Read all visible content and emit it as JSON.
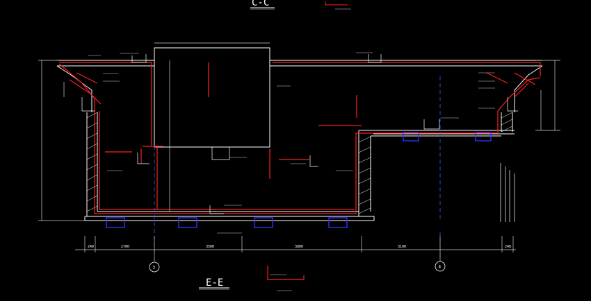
{
  "title_top": "C-C",
  "title_bottom": "E-E",
  "axis_labels": [
    "3",
    "4"
  ],
  "bottom_dims": [
    "240",
    "2700",
    "3500",
    "3800",
    "3100",
    "240"
  ],
  "colors": {
    "background": "#000000",
    "outline": "#ffffff",
    "rebar": "#ff2020",
    "blue_marks": "#3030ff",
    "dim": "#d0d0d0"
  }
}
